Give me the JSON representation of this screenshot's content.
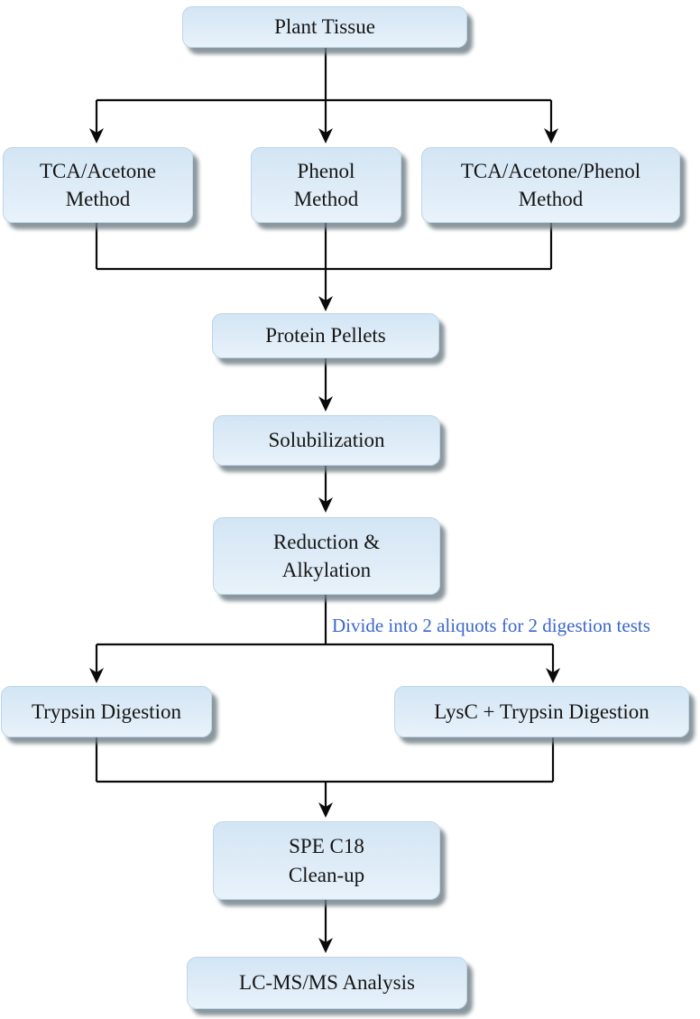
{
  "diagram": {
    "nodes": [
      {
        "id": "plant-tissue",
        "label": "Plant Tissue"
      },
      {
        "id": "tca-acetone",
        "label": "TCA/Acetone\nMethod"
      },
      {
        "id": "phenol",
        "label": "Phenol\nMethod"
      },
      {
        "id": "tca-acetone-phenol",
        "label": "TCA/Acetone/Phenol\nMethod"
      },
      {
        "id": "protein-pellets",
        "label": "Protein Pellets"
      },
      {
        "id": "solubilization",
        "label": "Solubilization"
      },
      {
        "id": "reduction-alkylation",
        "label": "Reduction &\nAlkylation"
      },
      {
        "id": "trypsin",
        "label": "Trypsin Digestion"
      },
      {
        "id": "lysc-trypsin",
        "label": "LysC + Trypsin Digestion"
      },
      {
        "id": "spe-c18",
        "label": "SPE C18\nClean-up"
      },
      {
        "id": "lcms",
        "label": "LC-MS/MS Analysis"
      }
    ],
    "annotation": {
      "text": "Divide into 2 aliquots for 2 digestion tests"
    },
    "edges": [
      {
        "from": "plant-tissue",
        "to": "tca-acetone"
      },
      {
        "from": "plant-tissue",
        "to": "phenol"
      },
      {
        "from": "plant-tissue",
        "to": "tca-acetone-phenol"
      },
      {
        "from": "tca-acetone",
        "to": "protein-pellets"
      },
      {
        "from": "phenol",
        "to": "protein-pellets"
      },
      {
        "from": "tca-acetone-phenol",
        "to": "protein-pellets"
      },
      {
        "from": "protein-pellets",
        "to": "solubilization"
      },
      {
        "from": "solubilization",
        "to": "reduction-alkylation"
      },
      {
        "from": "reduction-alkylation",
        "to": "trypsin",
        "label": "Divide into 2 aliquots for 2 digestion tests"
      },
      {
        "from": "reduction-alkylation",
        "to": "lysc-trypsin",
        "label": "Divide into 2 aliquots for 2 digestion tests"
      },
      {
        "from": "trypsin",
        "to": "spe-c18"
      },
      {
        "from": "lysc-trypsin",
        "to": "spe-c18"
      },
      {
        "from": "spe-c18",
        "to": "lcms"
      }
    ],
    "colors": {
      "background": "#ffffff",
      "box_fill_top": "#d3e5f4",
      "box_fill_bottom": "#e8f2fa",
      "box_border": "#bdd5e7",
      "box_shadow": "rgba(109,125,132,0.8)",
      "connector": "#0a0a0a",
      "label_text": "#151515",
      "annotation": "#3a66cf"
    }
  }
}
